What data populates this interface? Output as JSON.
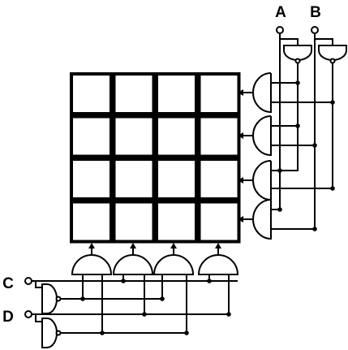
{
  "inputs": {
    "a": "A",
    "b": "B",
    "c": "C",
    "d": "D"
  },
  "grid": {
    "rows": 4,
    "cols": 4
  },
  "colors": {
    "ink": "#000000",
    "background": "#ffffff"
  }
}
